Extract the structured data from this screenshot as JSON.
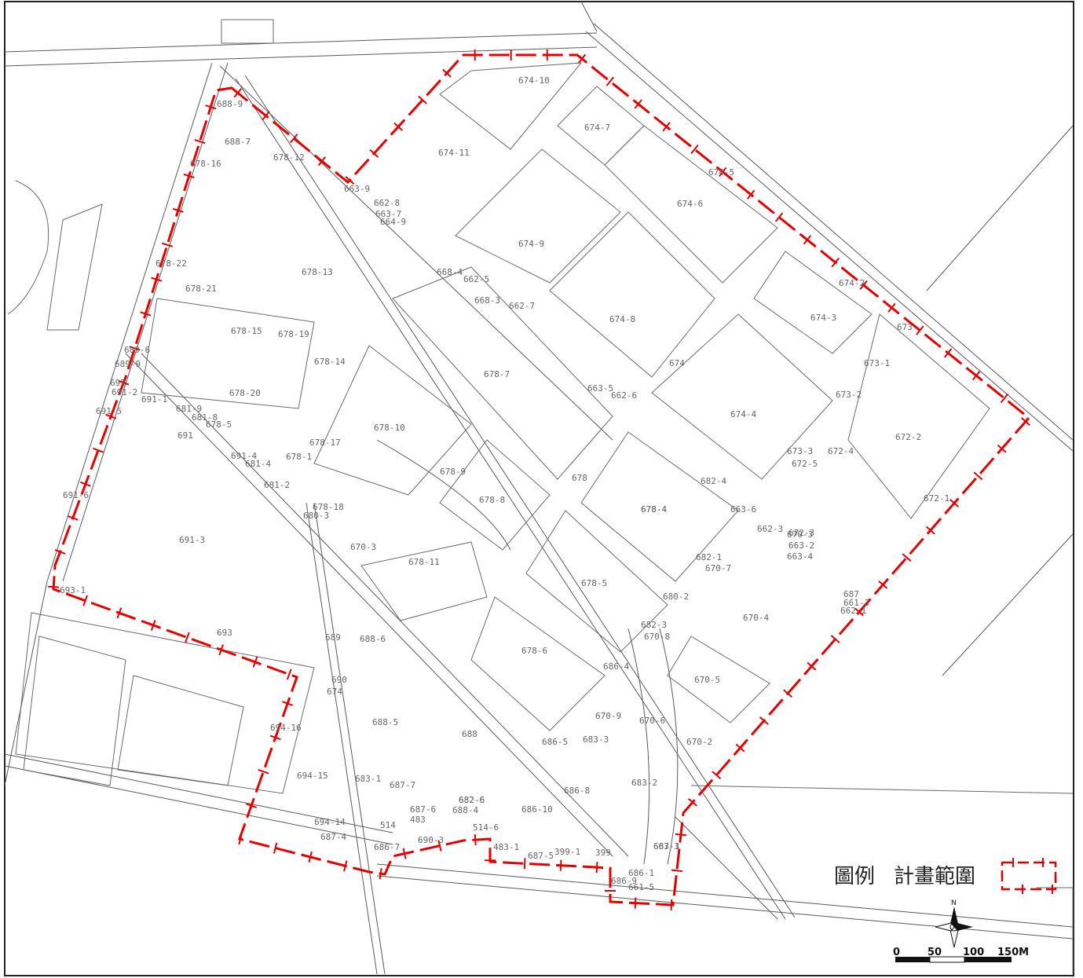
{
  "legend": {
    "label": "圖例",
    "item_label": "計畫範圍",
    "boundary_color": "#e60000"
  },
  "north_arrow": {
    "label": "N",
    "icon": "north-arrow-icon"
  },
  "scale_bar": {
    "ticks": [
      "0",
      "50",
      "100",
      "150M"
    ]
  },
  "parcels": [
    "674-10",
    "674-7",
    "674-11",
    "674-6",
    "674-5",
    "674-9",
    "674-2",
    "674-3",
    "674-8",
    "674",
    "674-4",
    "673",
    "673-1",
    "673-2",
    "673-3",
    "672-4",
    "672-5",
    "672-2",
    "672-1",
    "672-3",
    "688-9",
    "688-7",
    "678-12",
    "678-16",
    "663-9",
    "662-8",
    "663-7",
    "664-9",
    "678-22",
    "678-21",
    "678-13",
    "668-4",
    "662-5",
    "668-3",
    "662-7",
    "678-15",
    "678-19",
    "678-14",
    "678-7",
    "678-20",
    "663-5",
    "662-6",
    "689-6",
    "689-9",
    "692",
    "691-2",
    "691-1",
    "691-5",
    "681-9",
    "681-8",
    "678-5",
    "691",
    "678-17",
    "678-10",
    "678-1",
    "691-4",
    "681-4",
    "678-4",
    "681-2",
    "678-9",
    "678-8",
    "678",
    "682-4",
    "663-6",
    "662-3",
    "663-4",
    "663-2",
    "670-3",
    "691-6",
    "678-18",
    "680-3",
    "678-4",
    "691-3",
    "670-3",
    "678-11",
    "682-1",
    "670-7",
    "678-5",
    "680-2",
    "670-4",
    "682-3",
    "670-8",
    "693-1",
    "693",
    "689",
    "688-6",
    "678-6",
    "686-4",
    "670-5",
    "690",
    "674",
    "688-5",
    "688",
    "670-9",
    "670-6",
    "670-2",
    "686-5",
    "683-3",
    "682-6",
    "694-16",
    "694-15",
    "683-1",
    "687-7",
    "686-8",
    "683-2",
    "682-6",
    "688-4",
    "686-10",
    "687-6",
    "483",
    "694-14",
    "514",
    "687-4",
    "686-7",
    "690-3",
    "514-6",
    "483-1",
    "687-5",
    "399-1",
    "399",
    "687-3",
    "686-9",
    "686-1",
    "661-5",
    "687",
    "661-3",
    "662-1",
    "663-1",
    "662",
    "686-1"
  ]
}
